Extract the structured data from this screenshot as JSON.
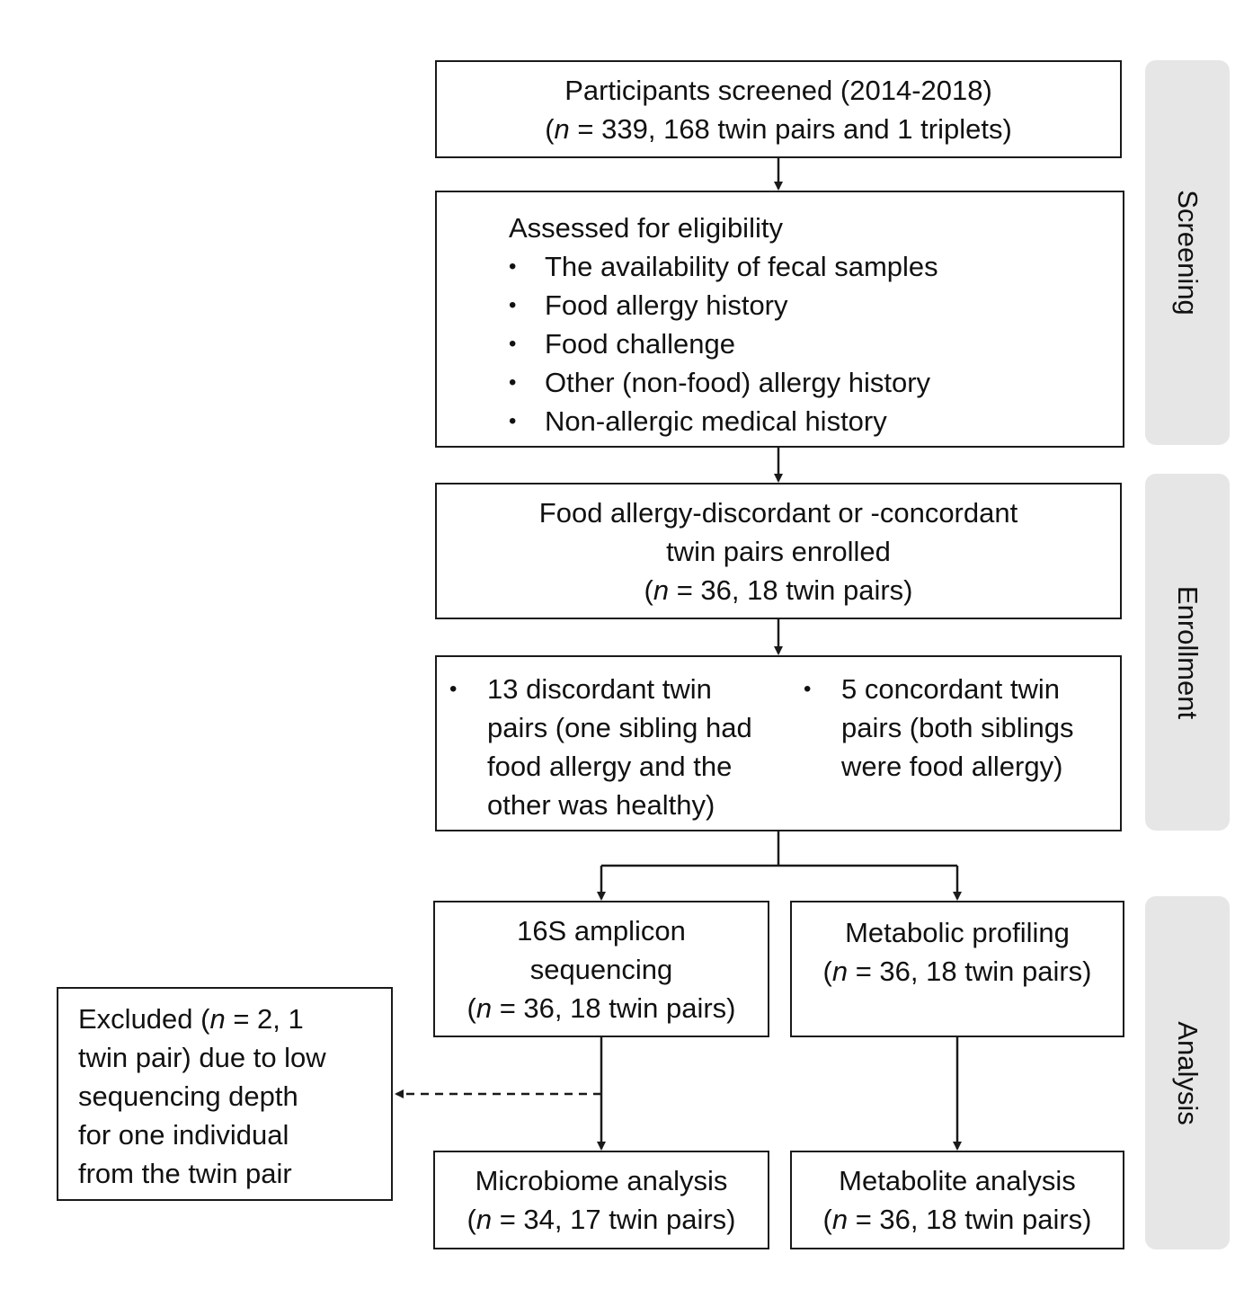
{
  "screened": {
    "line1": "Participants screened (2014-2018)",
    "n_label": "n",
    "line2_rest": " = 339, 168 twin pairs and 1 triplets)"
  },
  "eligibility": {
    "title": "Assessed for eligibility",
    "items": [
      "The availability of fecal samples",
      "Food allergy history",
      "Food challenge",
      "Other (non-food) allergy history",
      "Non-allergic medical history"
    ]
  },
  "enrolled": {
    "line1": "Food allergy-discordant or -concordant",
    "line2": "twin pairs enrolled",
    "n_label": "n",
    "line3_rest": " = 36, 18 twin pairs)"
  },
  "subgroups": {
    "discordant": [
      "13 discordant twin",
      "pairs (one sibling had",
      "food allergy and the",
      "other was healthy)"
    ],
    "concordant": [
      "5 concordant twin",
      "pairs (both siblings",
      "were food allergy)"
    ]
  },
  "sequencing": {
    "line1": "16S amplicon",
    "line2": "sequencing",
    "n_label": "n",
    "line3_rest": " = 36, 18 twin pairs)"
  },
  "metabolic": {
    "line1": "Metabolic profiling",
    "n_label": "n",
    "line2_rest": " = 36, 18 twin pairs)"
  },
  "excluded": {
    "line1_pre": "Excluded (",
    "n_label": "n",
    "line1_rest": " = 2, 1",
    "line2": "twin pair) due to low",
    "line3": "sequencing depth",
    "line4": "for one individual",
    "line5": "from the twin pair"
  },
  "microbiome": {
    "line1": "Microbiome analysis",
    "n_label": "n",
    "line2_rest": " = 34, 17 twin pairs)"
  },
  "metabolite": {
    "line1": "Metabolite analysis",
    "n_label": "n",
    "line2_rest": " = 36, 18 twin pairs)"
  },
  "stages": {
    "screening": "Screening",
    "enrollment": "Enrollment",
    "analysis": "Analysis"
  }
}
